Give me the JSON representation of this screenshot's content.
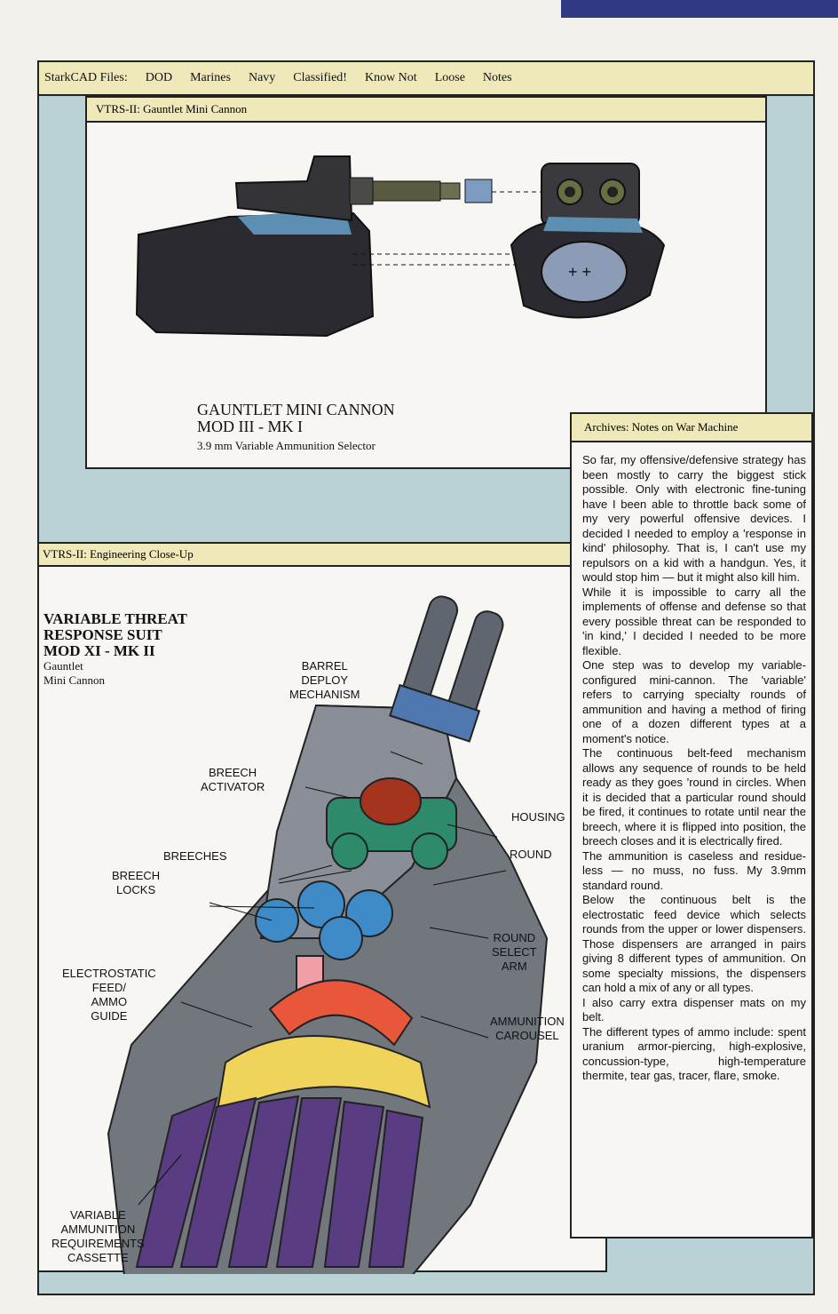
{
  "menubar": {
    "app_name": "StarkCAD Files:",
    "items": [
      "DOD",
      "Marines",
      "Navy",
      "Classified!",
      "Know Not",
      "Loose",
      "Notes"
    ]
  },
  "window_top": {
    "title": "VTRS-II: Gauntlet Mini Cannon",
    "caption_line1": "GAUNTLET MINI CANNON",
    "caption_line2": "MOD III - MK I",
    "caption_line3": "3.9 mm Variable Ammunition Selector"
  },
  "window_bottom": {
    "title": "VTRS-II: Engineering Close-Up",
    "heading_line1": "VARIABLE THREAT",
    "heading_line2": "RESPONSE SUIT",
    "heading_line3": "MOD XI - MK II",
    "sub_line1": "Gauntlet",
    "sub_line2": "Mini Cannon",
    "labels": {
      "barrel_deploy": "BARREL\nDEPLOY\nMECHANISM",
      "breech_activator": "BREECH\nACTIVATOR",
      "breeches": "BREECHES",
      "breech_locks": "BREECH\nLOCKS",
      "electrostatic": "ELECTROSTATIC\nFEED/\nAMMO\nGUIDE",
      "housing": "HOUSING",
      "round": "ROUND",
      "round_select": "ROUND\nSELECT\nARM",
      "carousel": "AMMUNITION\nCAROUSEL",
      "cassette": "VARIABLE\nAMMUNITION\nREQUIREMENTS\nCASSETTE"
    }
  },
  "notes_window": {
    "title": "Archives: Notes on War Machine",
    "paragraphs": [
      "So far, my offensive/defensive strategy has been mostly to carry the biggest stick possible. Only with electronic fine-tuning have I been able to throttle back some of my very powerful offensive devices. I decided I needed to employ a 'response in kind' philosophy. That is, I can't use my repulsors on a kid with a handgun. Yes, it would stop him — but it might also kill him.",
      "While it is impossible to carry all the implements of offense and defense so that every possible threat can be responded to 'in kind,' I decided I needed to be more flexible.",
      "One step was to develop my variable-configured mini-cannon. The 'variable' refers to carrying specialty rounds of ammunition and having a method of firing one of a dozen different types at a moment's notice.",
      "The continuous belt-feed mechanism allows any sequence of rounds to be held ready as they goes 'round in circles. When it is decided that a particular round should be fired, it continues to rotate until near the breech, where it is flipped into position, the breech closes and it is electrically fired.",
      "The ammunition is caseless and residue-less — no muss, no fuss. My 3.9mm standard round.",
      "Below the continuous belt is the electrostatic feed device which selects rounds from the upper or lower dispensers. Those dispensers are arranged in pairs giving 8 different types of ammunition. On some specialty missions, the dispensers can hold a mix of any or all types.",
      "I also carry extra dispenser mats on my belt.",
      "The different types of ammo include: spent uranium armor-piercing, high-explosive, concussion-type, high-temperature thermite, tear gas, tracer, flare, smoke."
    ]
  },
  "colors": {
    "menubar": "#efe8b8",
    "window_bg": "#b8d2d6",
    "corner_tab": "#2f3a82"
  }
}
